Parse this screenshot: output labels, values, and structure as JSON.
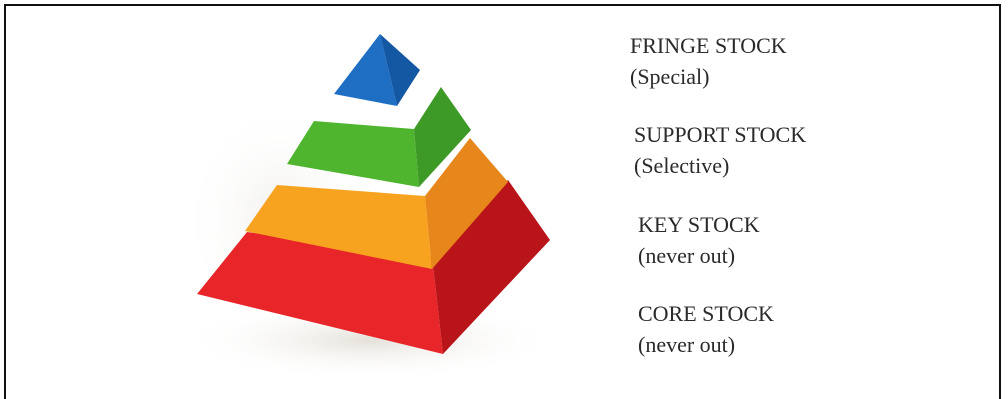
{
  "levels": [
    {
      "name": "FRINGE STOCK",
      "qualifier": "(Special)",
      "color": "#1e6fc4"
    },
    {
      "name": "SUPPORT STOCK",
      "qualifier": "(Selective)",
      "color": "#4fb52f"
    },
    {
      "name": "KEY STOCK",
      "qualifier": "(never out)",
      "color": "#f7a320"
    },
    {
      "name": "CORE STOCK",
      "qualifier": "(never out)",
      "color": "#e8262a"
    }
  ]
}
